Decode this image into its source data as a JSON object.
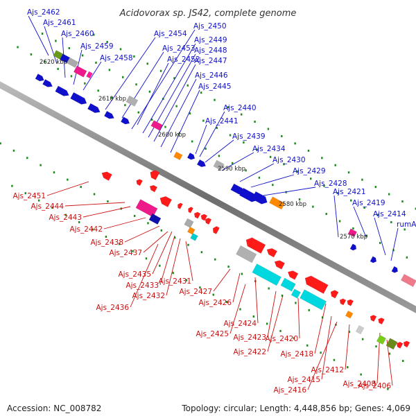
{
  "title": "Acidovorax sp. JS42, complete genome",
  "footer": {
    "accession": "Accession: NC_008782",
    "summary": "Topology: circular; Length: 4,448,856 bp; Genes: 4,069"
  },
  "colors": {
    "upper_label": "#1010cc",
    "lower_label": "#cc1010",
    "backbone": "#808080",
    "tick": "#1a8a1a"
  },
  "ruler": [
    "2620 kbp",
    "2610 kbp",
    "2600 kbp",
    "2590 kbp",
    "2580 kbp",
    "2570 kbp"
  ],
  "upper_genes": [
    "Ajs_2462",
    "Ajs_2461",
    "Ajs_2460",
    "Ajs_2459",
    "Ajs_2458",
    "Ajs_2454",
    "Ajs_2453",
    "Ajs_2452",
    "Ajs_2450",
    "Ajs_2449",
    "Ajs_2448",
    "Ajs_2447",
    "Ajs_2446",
    "Ajs_2445",
    "Ajs_2440",
    "Ajs_2441",
    "Ajs_2439",
    "Ajs_2434",
    "Ajs_2430",
    "Ajs_2429",
    "Ajs_2428",
    "Ajs_2421",
    "Ajs_2419",
    "Ajs_2414",
    "rumA"
  ],
  "lower_genes": [
    "Ajs_2451",
    "Ajs_2444",
    "Ajs_2443",
    "Ajs_2442",
    "Ajs_2438",
    "Ajs_2437",
    "Ajs_2435",
    "Ajs_2433",
    "Ajs_2432",
    "Ajs_2431",
    "Ajs_2436",
    "Ajs_2427",
    "Ajs_2426",
    "Ajs_2424",
    "Ajs_2425",
    "Ajs_2423",
    "Ajs_2422",
    "Ajs_2420",
    "Ajs_2418",
    "Ajs_2415",
    "Ajs_2416",
    "Ajs_2412",
    "Ajs_2408",
    "Ajs_2406"
  ]
}
